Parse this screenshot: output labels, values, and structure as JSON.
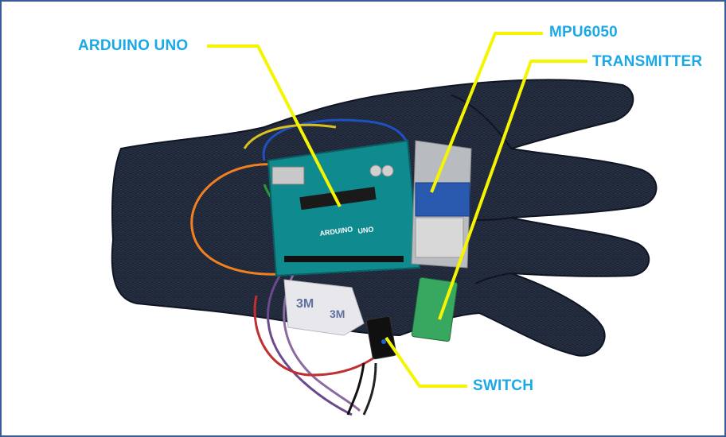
{
  "photo_caption": "",
  "labels": {
    "arduino": "ARDUINO UNO",
    "mpu": "MPU6050",
    "transmitter": "TRANSMITTER",
    "switch": "SWITCH"
  },
  "printed_marks": {
    "tape_brand": "3M",
    "board_brand": "ARDUINO",
    "board_model": "UNO"
  },
  "colors": {
    "frame_border": "#3a5a9a",
    "label_text": "#1aa9e6",
    "leader_line": "#f5f500",
    "glove": "#1b2233",
    "arduino_board": "#0f8a8e",
    "mpu_board": "#2a59b0",
    "transmitter_board": "#38a860",
    "wire_orange": "#f08020",
    "wire_green": "#2a9a3a",
    "wire_blue": "#2050c0",
    "wire_yellow": "#d8c020"
  }
}
